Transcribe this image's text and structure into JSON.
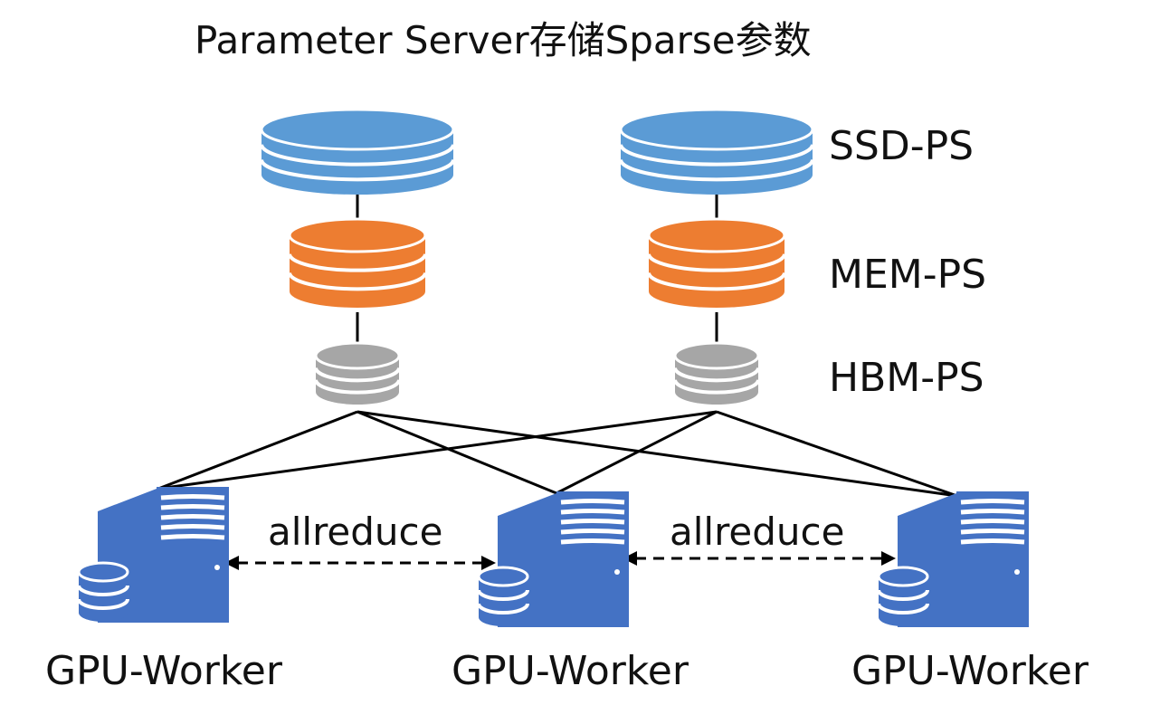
{
  "title": "Parameter Server存储Sparse参数",
  "tiers": [
    {
      "label": "SSD-PS",
      "color": "#5b9bd5"
    },
    {
      "label": "MEM-PS",
      "color": "#ed7d31"
    },
    {
      "label": "HBM-PS",
      "color": "#a6a6a6"
    }
  ],
  "parameter_servers": [
    "ps-1",
    "ps-2"
  ],
  "workers": [
    {
      "label": "GPU-Worker"
    },
    {
      "label": "GPU-Worker"
    },
    {
      "label": "GPU-Worker"
    }
  ],
  "allreduce_label": "allreduce",
  "worker_color": "#4472c4",
  "icons": [
    "database-icon",
    "server-icon"
  ]
}
